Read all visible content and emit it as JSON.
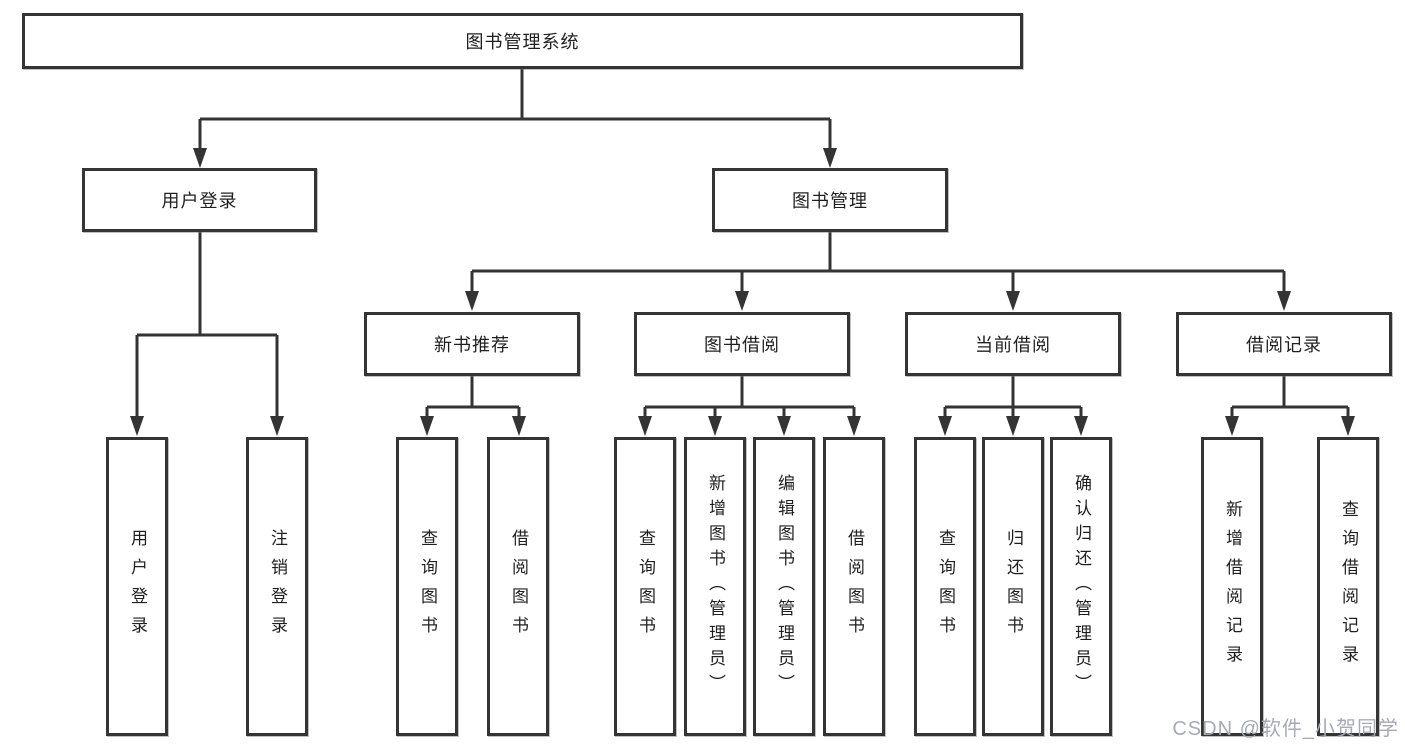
{
  "diagram": {
    "root": "图书管理系统",
    "level2": [
      "用户登录",
      "图书管理"
    ],
    "level3": [
      "新书推荐",
      "图书借阅",
      "当前借阅",
      "借阅记录"
    ],
    "leaves": [
      "用户登录",
      "注销登录",
      "查询图书",
      "借阅图书",
      "查询图书",
      "新增图书（管理员）",
      "编辑图书（管理员）",
      "借阅图书",
      "查询图书",
      "归还图书",
      "确认归还（管理员）",
      "新增借阅记录",
      "查询借阅记录"
    ]
  },
  "watermark": "CSDN @软件_小贺同学",
  "colors": {
    "line": "#343434",
    "box_border": "#343434",
    "text": "#1f1f1f",
    "background": "#ffffff",
    "watermark_text": "#a7aab6"
  }
}
